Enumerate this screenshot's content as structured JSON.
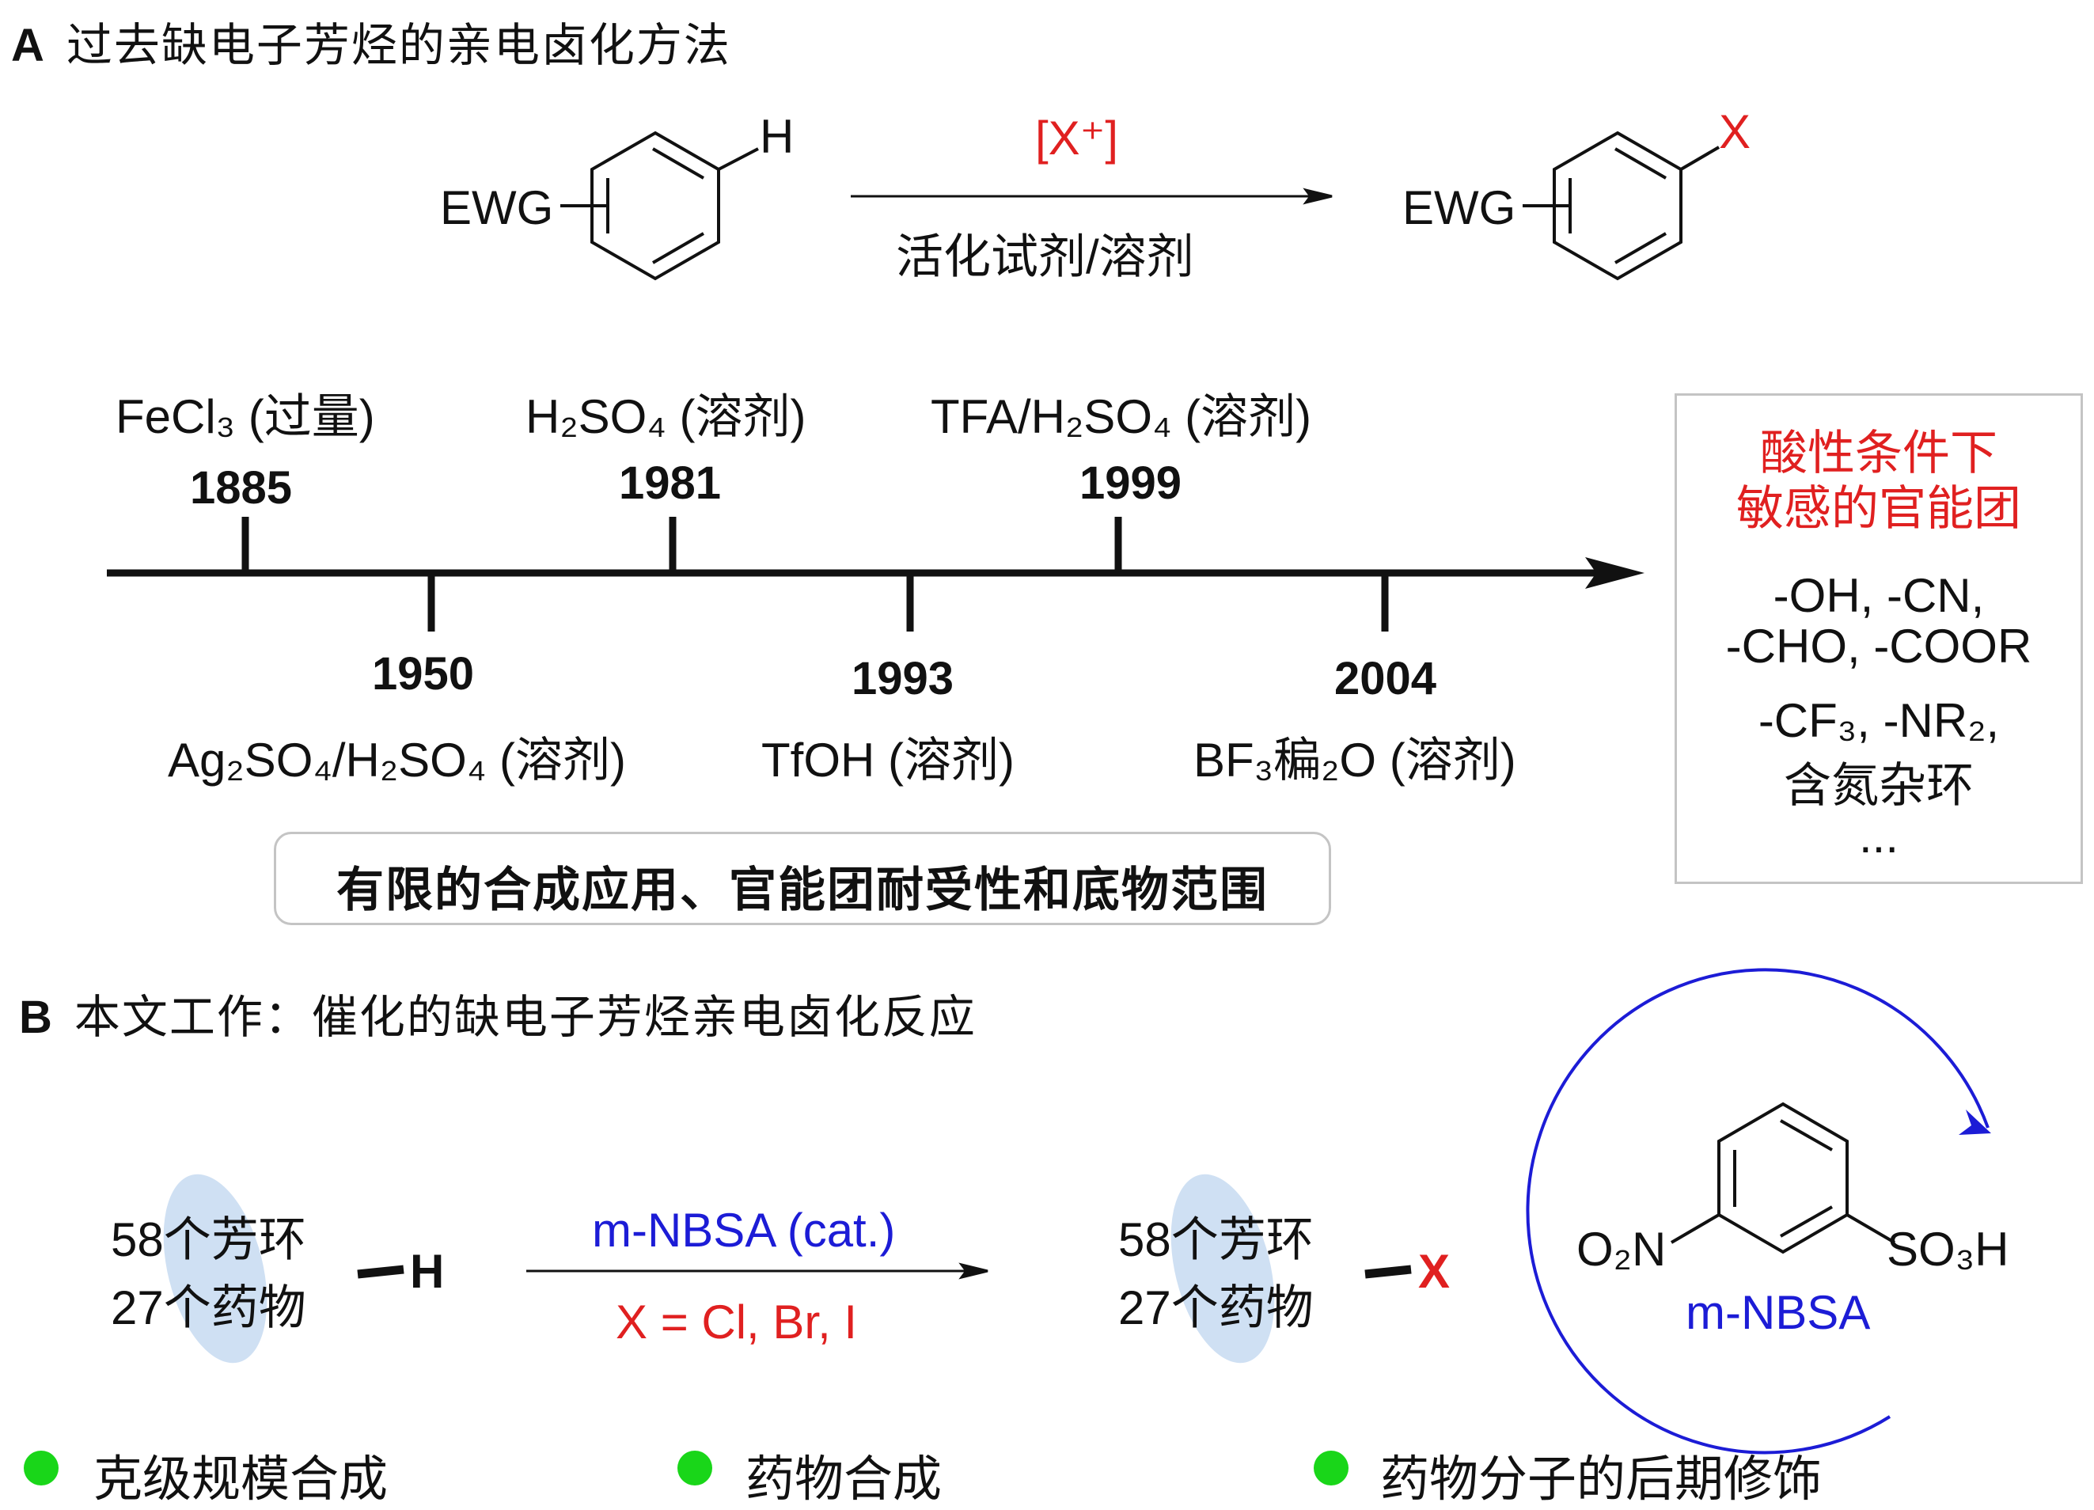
{
  "section_a": {
    "letter": "A",
    "title": "过去缺电子芳烃的亲电卤化方法"
  },
  "scheme_a": {
    "reactant_group": "EWG",
    "reactant_h": "H",
    "reagent": "[X⁺]",
    "conditions": "活化试剂/溶剂",
    "product_group": "EWG",
    "product_x": "X"
  },
  "timeline": {
    "top": [
      {
        "year": "1885",
        "reagent": "FeCl₃ (过量)"
      },
      {
        "year": "1981",
        "reagent": "H₂SO₄ (溶剂)"
      },
      {
        "year": "1999",
        "reagent": "TFA/H₂SO₄ (溶剂)"
      }
    ],
    "bottom": [
      {
        "year": "1950",
        "reagent": "Ag₂SO₄/H₂SO₄ (溶剂)"
      },
      {
        "year": "1993",
        "reagent": "TfOH (溶剂)"
      },
      {
        "year": "2004",
        "reagent": "BF₃稨₂O (溶剂)"
      }
    ],
    "limitation": "有限的合成应用、官能团耐受性和底物范围"
  },
  "sensitive_box": {
    "title_line1": "酸性条件下",
    "title_line2": "敏感的官能团",
    "line1": "-OH, -CN,",
    "line2": "-CHO, -COOR",
    "line3": "-CF₃, -NR₂,",
    "line4": "含氮杂环",
    "line5": "..."
  },
  "section_b": {
    "letter": "B",
    "title": "本文工作：催化的缺电子芳烃亲电卤化反应"
  },
  "scheme_b": {
    "substrate_line1": "58个芳环",
    "substrate_line2": "27个药物",
    "substrate_h": "H",
    "catalyst": "m-NBSA (cat.)",
    "halogen_eq": "X = Cl, Br, I",
    "product_line1": "58个芳环",
    "product_line2": "27个药物",
    "product_x": "X",
    "cat_o2n": "O₂N",
    "cat_so3h": "SO₃H",
    "cat_name": "m-NBSA"
  },
  "bullets": [
    "克级规模合成",
    "药物合成",
    "药物分子的后期修饰"
  ],
  "colors": {
    "red": "#e02020",
    "blue": "#1c1cd6",
    "bullet": "#19d619",
    "ellipse": "#cfe0f3",
    "divider": "#5aa6e6"
  }
}
